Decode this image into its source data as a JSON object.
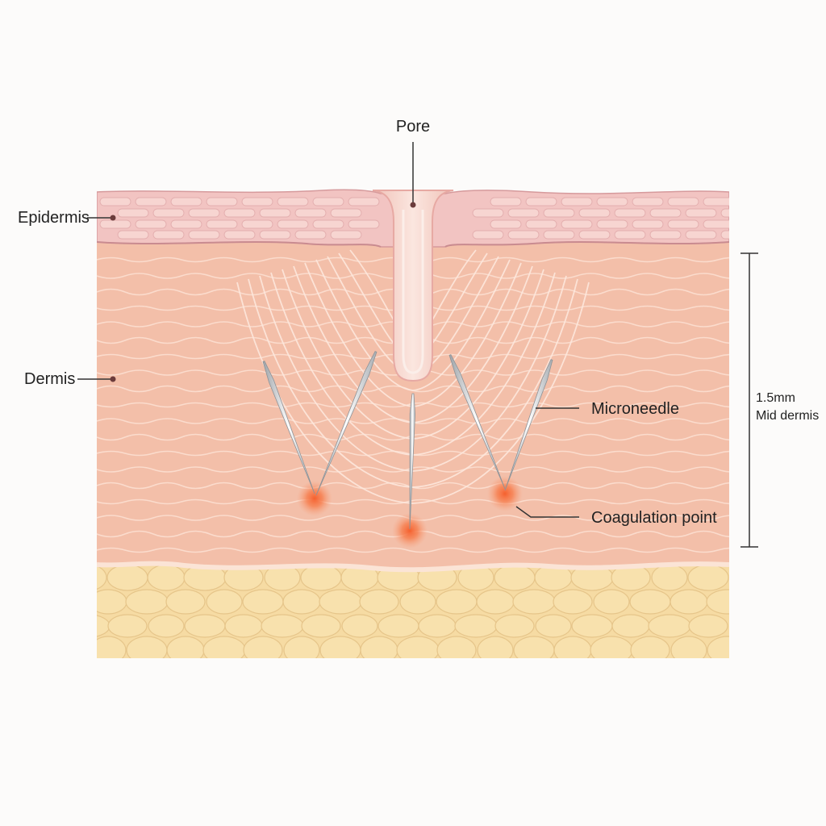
{
  "labels": {
    "pore": "Pore",
    "epidermis": "Epidermis",
    "dermis": "Dermis",
    "microneedle": "Microneedle",
    "coagulation": "Coagulation point",
    "depth_value": "1.5mm",
    "depth_layer": "Mid dermis"
  },
  "colors": {
    "background": "#fcfbfa",
    "epidermis": "#f2c4c2",
    "epidermis_cell": "#f7d5d1",
    "epidermis_border": "#d69a9c",
    "dermis": "#f3bfa9",
    "fiber": "#fbe0d4",
    "pore": "#f8dcd4",
    "fat": "#f6dba3",
    "fat_cell_stroke": "#e6c58a",
    "needle": "#d7d9db",
    "coagulation": "#f5602e",
    "line": "#333333"
  },
  "icons": {
    "needle": "microneedle-icon",
    "coagulation": "coagulation-glow-icon"
  }
}
